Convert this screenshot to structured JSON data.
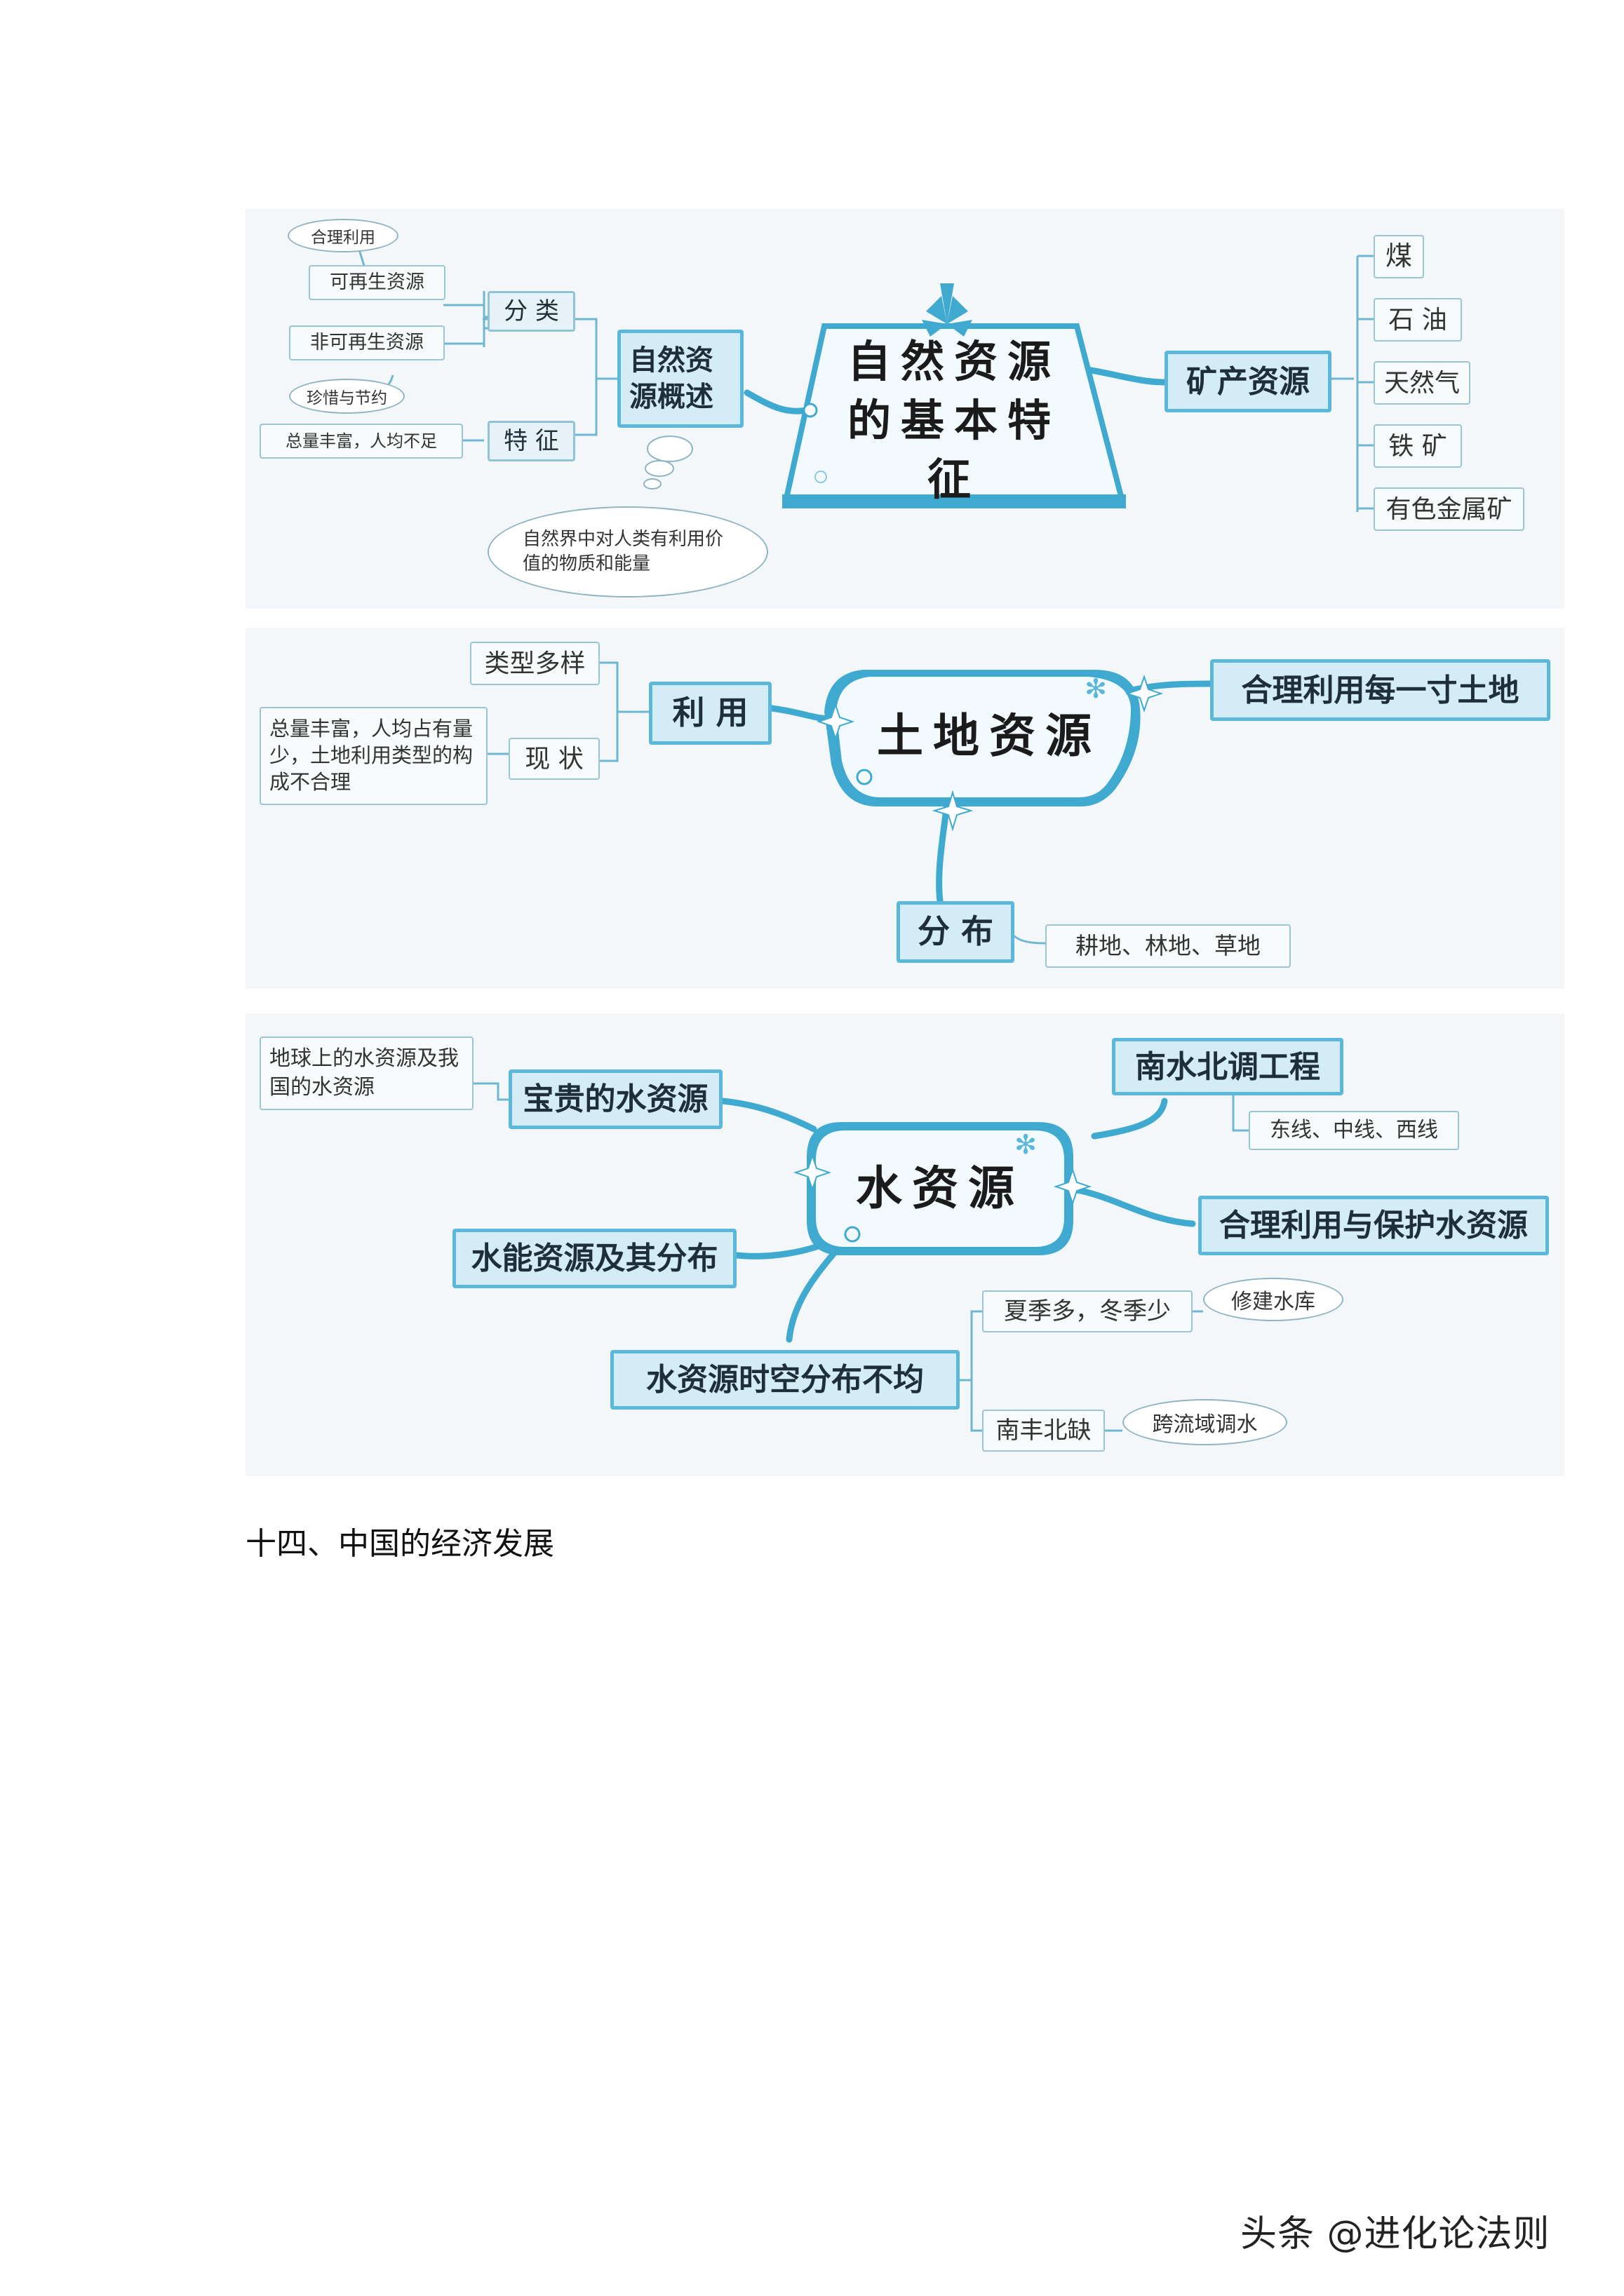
{
  "section1": {
    "center": "自然资源的基本特征",
    "concept": "自然资源概述",
    "classification": "分 类",
    "features": "特 征",
    "renewable": "可再生资源",
    "renewable_note": "合理利用",
    "nonrenewable": "非可再生资源",
    "nonrenewable_note": "珍惜与节约",
    "features_note": "总量丰富，人均不足",
    "definition": "自然界中对人类有利用价值的物质和能量",
    "minerals": "矿产资源",
    "mineral_items": [
      "煤",
      "石 油",
      "天然气",
      "铁 矿",
      "有色金属矿"
    ]
  },
  "section2": {
    "center": "土地资源",
    "use": "利 用",
    "types": "类型多样",
    "status": "现 状",
    "status_note": "总量丰富，人均占有量少，土地利用类型的构成不合理",
    "rational": "合理利用每一寸土地",
    "distribution": "分 布",
    "distribution_note": "耕地、林地、草地"
  },
  "section3": {
    "center": "水资源",
    "precious": "宝贵的水资源",
    "precious_note": "地球上的水资源及我国的水资源",
    "hydro": "水能资源及其分布",
    "uneven": "水资源时空分布不均",
    "summer": "夏季多，冬季少",
    "reservoir": "修建水库",
    "south": "南丰北缺",
    "transfer": "跨流域调水",
    "s2n": "南水北调工程",
    "routes": "东线、中线、西线",
    "protect": "合理利用与保护水资源"
  },
  "heading": "十四、中国的经济发展",
  "watermark": "头条 @进化论法则",
  "colors": {
    "line": "#3fa9d0",
    "box_border": "#8fc3d6",
    "panel": "#f3f7f9"
  }
}
